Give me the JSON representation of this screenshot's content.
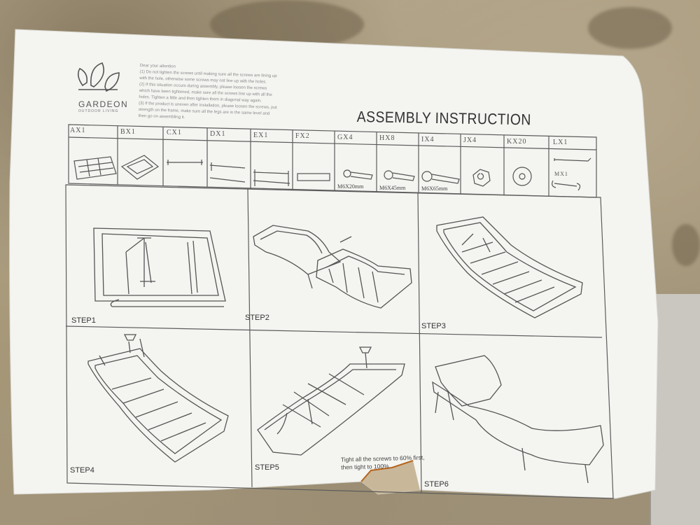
{
  "brand": {
    "name": "GARDEON",
    "tagline": "OUTDOOR LIVING"
  },
  "title": "ASSEMBLY INSTRUCTION",
  "note_lines": [
    "Dear your attention",
    "(1) Do not tighten the screws until making sure all the screws are lining up",
    "with the hole, otherwise some screws may not line up with the holes.",
    "(2) If this situation occurs during assembly, please loosen the screws",
    "which have been tightened, make sure all the screws line up with all the",
    "holes. Tighten a little and then tighten them in diagonal way again.",
    "(3) If the product is uneven after installation, please loosen the screws, put",
    "strength on the frame, make sure all the legs are in the same level and",
    "then go on assembling it."
  ],
  "parts": [
    {
      "label": "AX1"
    },
    {
      "label": "BX1"
    },
    {
      "label": "CX1"
    },
    {
      "label": "DX1"
    },
    {
      "label": "EX1"
    },
    {
      "label": "FX2"
    },
    {
      "label": "GX4",
      "spec": "M6X20mm"
    },
    {
      "label": "HX8",
      "spec": "M6X45mm"
    },
    {
      "label": "IX4",
      "spec": "M6X65mm"
    },
    {
      "label": "JX4"
    },
    {
      "label": "KX20"
    },
    {
      "label": "LX1"
    },
    {
      "label": "MX1"
    }
  ],
  "steps": [
    "STEP1",
    "STEP2",
    "STEP3",
    "STEP4",
    "STEP5",
    "STEP6"
  ],
  "tip_lines": [
    "Tight all the screws to 60% first,",
    "then tight to 100%"
  ],
  "colors": {
    "paper": "#f4f4f1",
    "line": "#5c5c5c",
    "floor": "#a89a80"
  }
}
